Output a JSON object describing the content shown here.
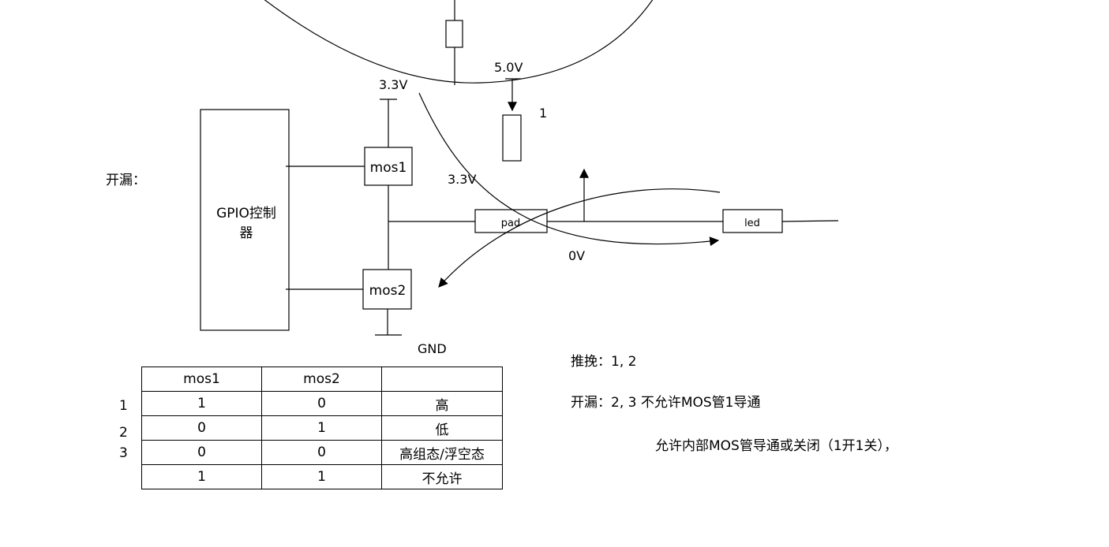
{
  "labels": {
    "open_drain": "开漏：",
    "gpio_line1": "GPIO控制",
    "gpio_line2": "器",
    "mos1": "mos1",
    "mos2": "mos2",
    "v33_top": "3.3V",
    "v33_mid": "3.3V",
    "v50": "5.0V",
    "num1": "1",
    "zero_v": "0V",
    "pad": "pad",
    "led": "led",
    "gnd": "GND"
  },
  "notes": {
    "push_pull": "推挽：1, 2",
    "open_drain": "开漏：2, 3 不允许MOS管1导通",
    "allow": "允许内部MOS管导通或关闭（1开1关），"
  },
  "table": {
    "header": [
      "mos1",
      "mos2",
      ""
    ],
    "rows": [
      [
        "1",
        "0",
        "高"
      ],
      [
        "0",
        "1",
        "低"
      ],
      [
        "0",
        "0",
        "高组态/浮空态"
      ],
      [
        "1",
        "1",
        "不允许"
      ]
    ],
    "row_numbers": [
      "1",
      "2",
      "3"
    ]
  }
}
